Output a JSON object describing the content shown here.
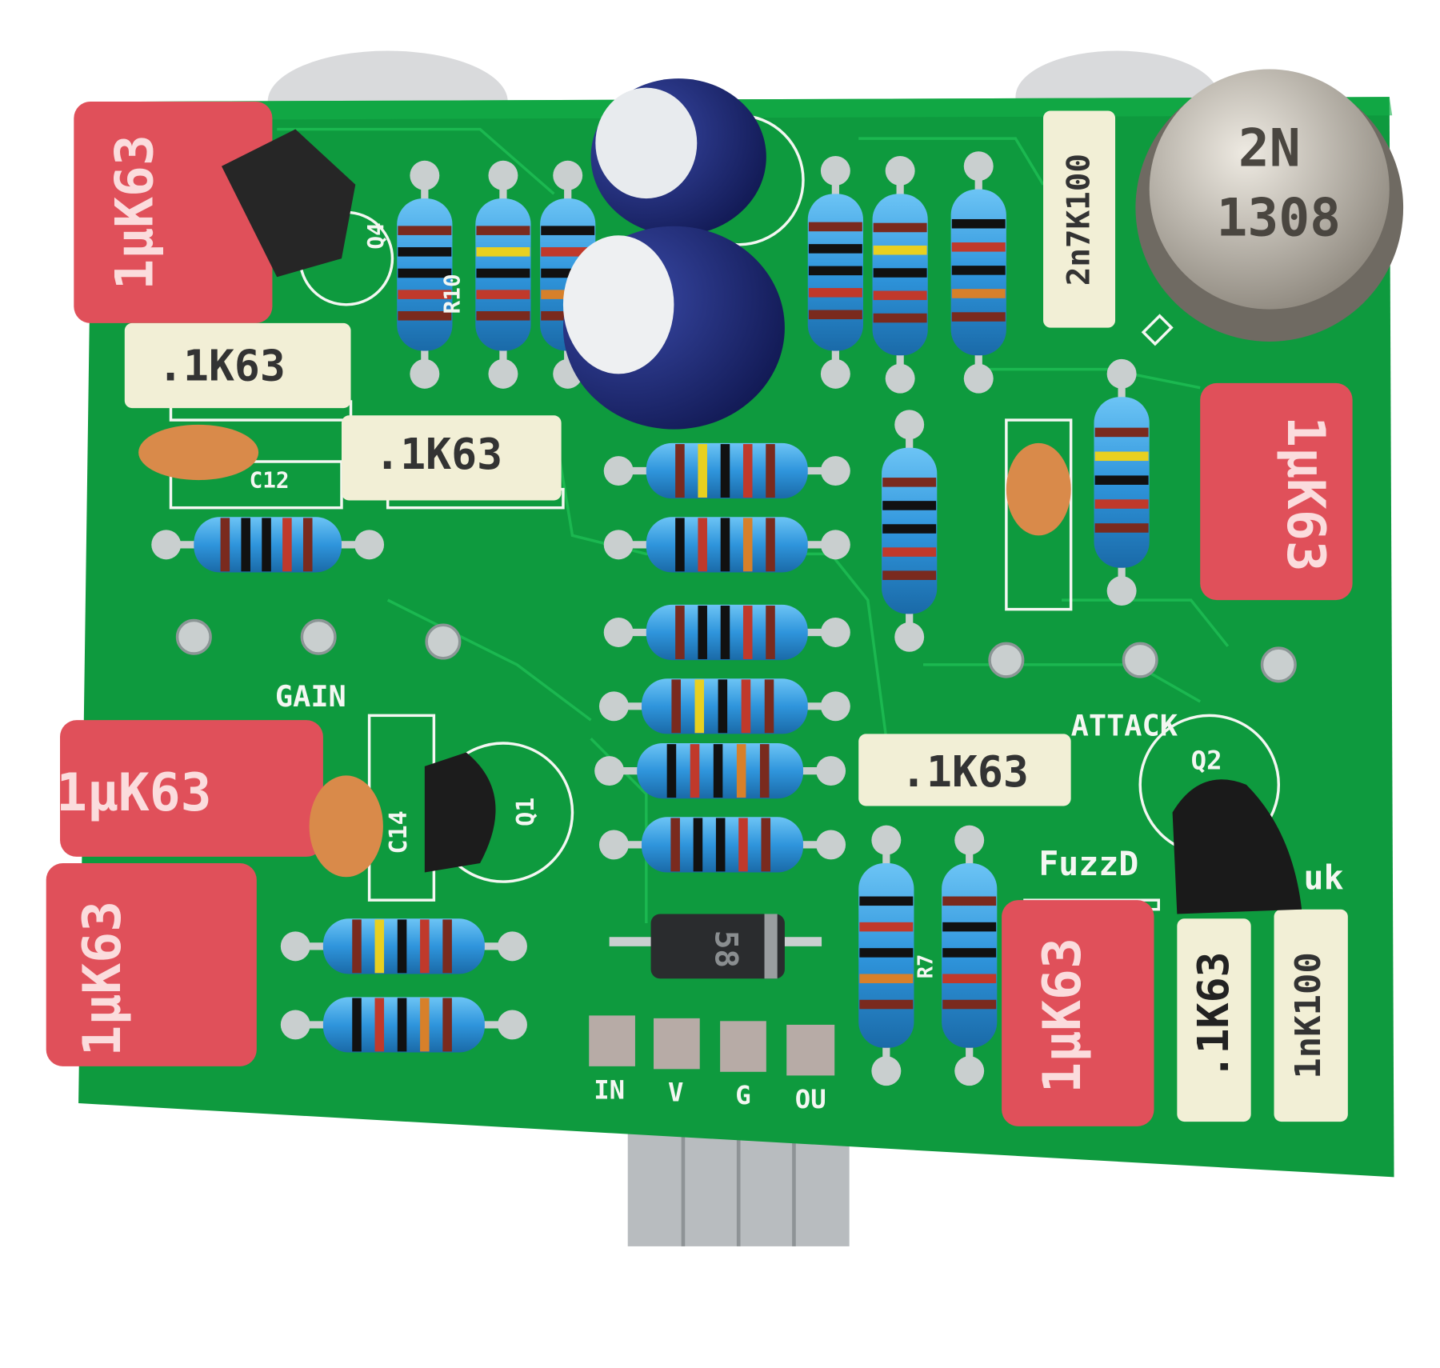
{
  "colors": {
    "pcb": "#0e9a3e",
    "silkscreen": "#f4f7f2",
    "film_cap_red": "#e0505a",
    "film_cap_cream": "#f2efd6",
    "resistor_body": "#3a9fe0",
    "electrolytic": "#1f2a7a",
    "metal_can": "#c8c2b8",
    "transistor": "#1c1c1c",
    "background": "#ffffff"
  },
  "board": {
    "silkscreen_labels": {
      "q4": "Q4",
      "r10": "R10",
      "c12": "C12",
      "gain": "GAIN",
      "c14": "C14",
      "q1": "Q1",
      "attack": "ATTACK",
      "q2": "Q2",
      "brand_left": "FuzzD",
      "brand_right": "uk",
      "r7": "R7"
    },
    "pads": [
      {
        "label": "IN"
      },
      {
        "label": "V"
      },
      {
        "label": "G"
      },
      {
        "label": "OU"
      }
    ]
  },
  "components": {
    "red_caps": [
      "1µK63",
      "1µK63",
      "1µK63",
      "1µK63",
      "1µK63"
    ],
    "cream_caps": [
      ".1K63",
      ".1K63",
      ".1K63",
      "2n7K100",
      ".1K63",
      "1nK100"
    ],
    "metal_can_transistor": {
      "line1": "2N",
      "line2": "1308"
    },
    "diode_marking": "58"
  }
}
